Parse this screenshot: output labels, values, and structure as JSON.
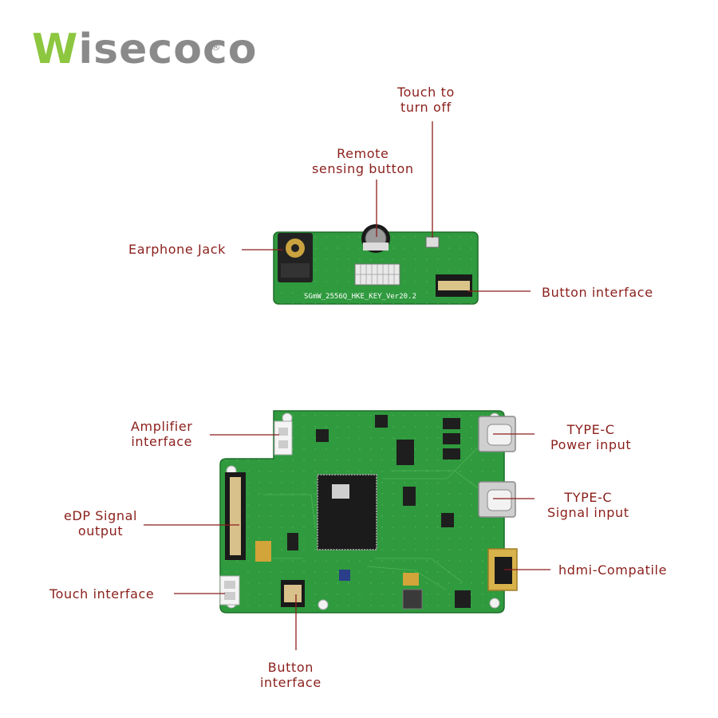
{
  "brand": {
    "first_letter": "W",
    "rest": "isecoco",
    "reg_mark": "®"
  },
  "board_top": {
    "silk_label": "SGmW_2556Q_HKE_KEY_Ver20.2",
    "labels": {
      "touch_off": [
        "Touch to",
        "turn off"
      ],
      "remote": [
        "Remote",
        "sensing button"
      ],
      "earphone": "Earphone Jack",
      "button_if": "Button interface"
    }
  },
  "board_main": {
    "labels": {
      "amplifier": [
        "Amplifier",
        "interface"
      ],
      "edp": [
        "eDP Signal",
        "output"
      ],
      "touch_if": "Touch interface",
      "button_if": [
        "Button",
        "interface"
      ],
      "typec_power": [
        "TYPE-C",
        "Power input"
      ],
      "typec_signal": [
        "TYPE-C",
        "Signal input"
      ],
      "hdmi": "hdmi-Compatile"
    }
  },
  "colors": {
    "pcb": "#2f9a3e",
    "pcb_dark": "#21772d",
    "label": "#8a1f1b",
    "brand_green": "#8dc63f",
    "brand_gray": "#8a8a8a"
  }
}
